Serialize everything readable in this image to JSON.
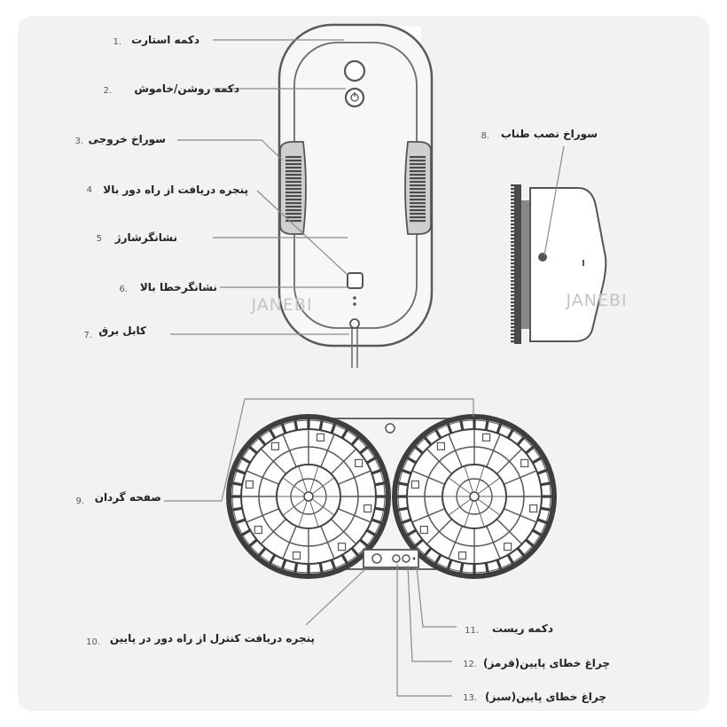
{
  "watermark": "JANEBI",
  "labels": [
    {
      "num": "1.",
      "text": "دکمه استارت"
    },
    {
      "num": "2.",
      "text": "دکمه روشن/خاموش"
    },
    {
      "num": "3.",
      "text": "سوراخ خروجی"
    },
    {
      "num": "4",
      "text": "پنجره دریافت از راه دور بالا"
    },
    {
      "num": "5",
      "text": "نشانگرشارژ"
    },
    {
      "num": "6.",
      "text": "نشانگرخطا بالا"
    },
    {
      "num": "7.",
      "text": "کابل برق"
    },
    {
      "num": "8.",
      "text": "سوراخ نصب طناب"
    },
    {
      "num": "9.",
      "text": "صفحه گردان"
    },
    {
      "num": "10.",
      "text": "پنجره دریافت کنترل از راه دور در پایین"
    },
    {
      "num": "11.",
      "text": "دکمه ریست"
    },
    {
      "num": "12.",
      "text": "چراغ خطای پایین(قرمز)"
    },
    {
      "num": "13.",
      "text": "چراغ خطای پایین(سبز)"
    }
  ]
}
